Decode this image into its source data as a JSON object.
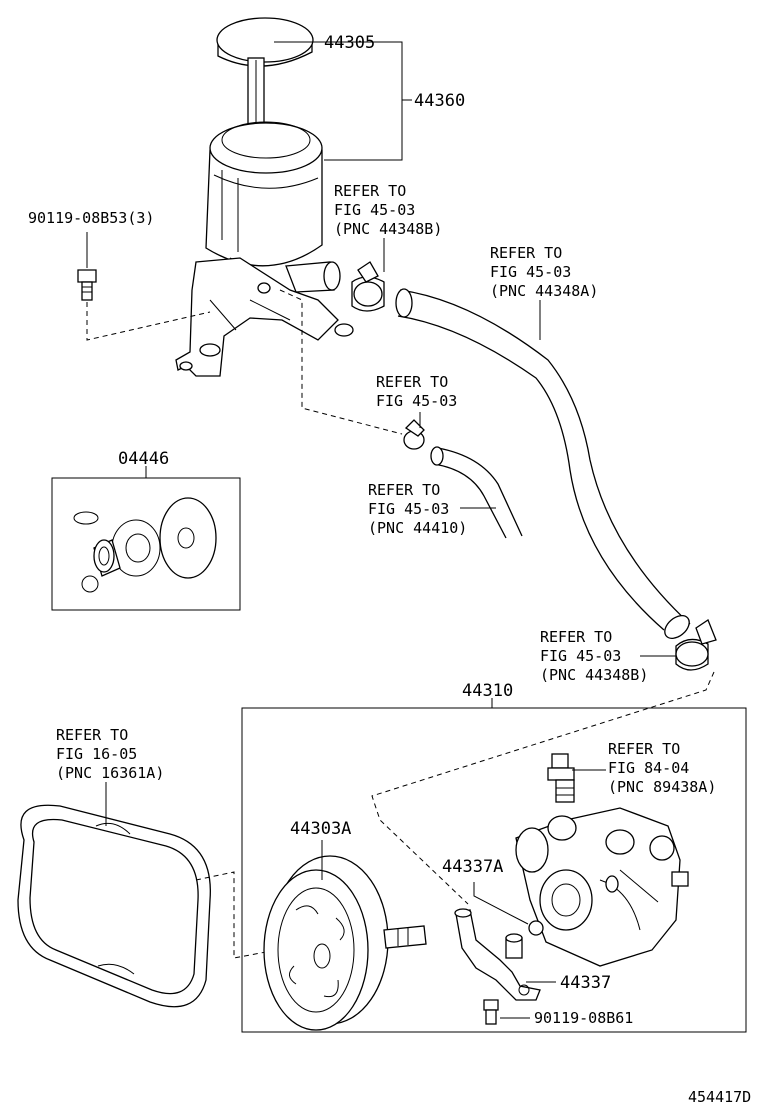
{
  "parts": {
    "cap": "44305",
    "reservoir": "44360",
    "bolt_top": "90119-08B53(3)",
    "kit": "04446",
    "pump_assy": "44310",
    "pulley": "44303A",
    "gasket": "44337A",
    "union": "44337",
    "bolt_bottom": "90119-08B61"
  },
  "refs": {
    "clamp_top": [
      "REFER TO",
      "FIG 45-03",
      "(PNC 44348B)"
    ],
    "hose_big": [
      "REFER TO",
      "FIG 45-03",
      "(PNC 44348A)"
    ],
    "clamp_mid": [
      "REFER TO",
      "FIG 45-03"
    ],
    "hose_small": [
      "REFER TO",
      "FIG 45-03",
      "(PNC 44410)"
    ],
    "clamp_bottom": [
      "REFER TO",
      "FIG 45-03",
      "(PNC 44348B)"
    ],
    "belt": [
      "REFER TO",
      "FIG 16-05",
      "(PNC 16361A)"
    ],
    "sensor": [
      "REFER TO",
      "FIG 84-04",
      "(PNC 89438A)"
    ]
  },
  "illustration_id": "454417D"
}
